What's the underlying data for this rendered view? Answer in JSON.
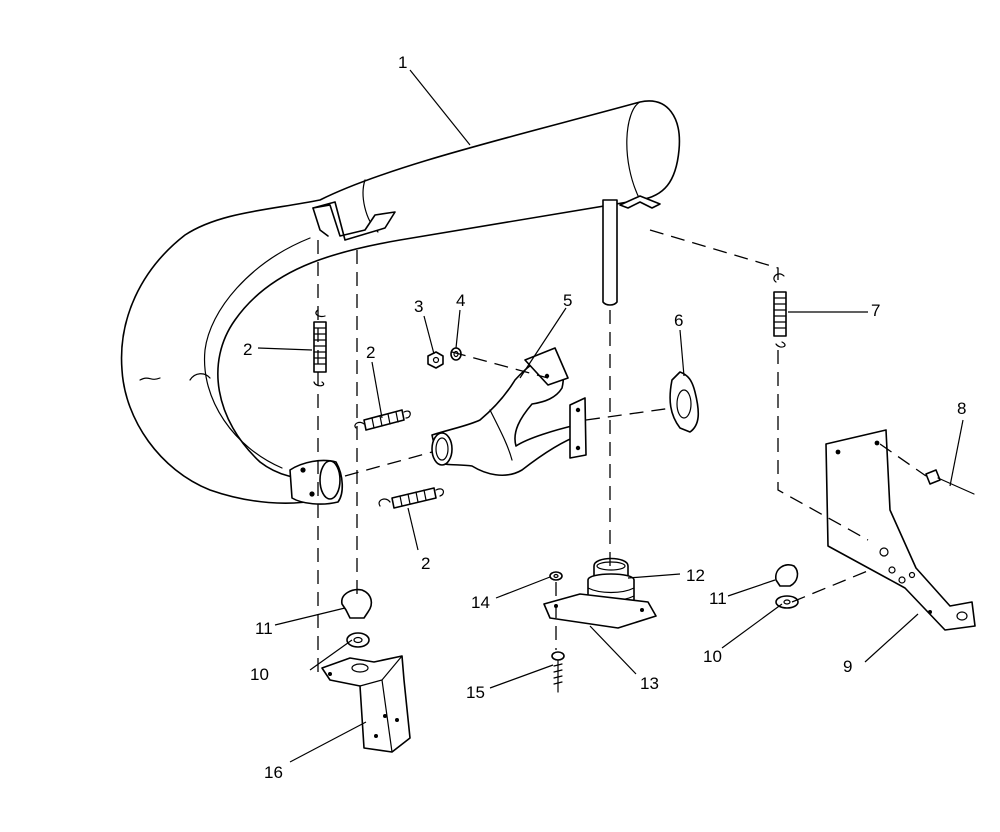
{
  "callouts": [
    "1",
    "2",
    "2",
    "2",
    "3",
    "4",
    "5",
    "6",
    "7",
    "8",
    "9",
    "10",
    "10",
    "11",
    "11",
    "12",
    "13",
    "14",
    "15",
    "16"
  ]
}
